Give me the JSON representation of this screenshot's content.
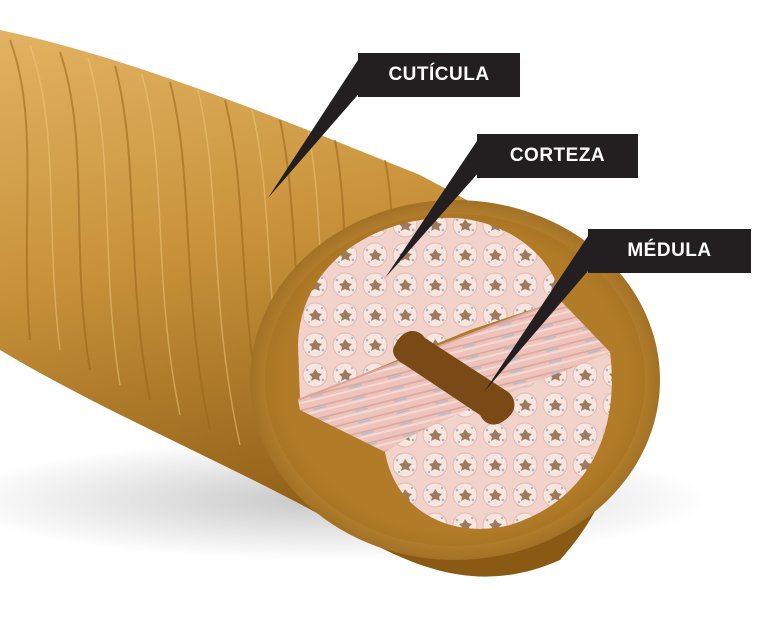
{
  "labels": {
    "cuticula": "CUTÍCULA",
    "corteza": "CORTEZA",
    "medula": "MÉDULA"
  },
  "colors": {
    "cuticle_dark": "#8a5a14",
    "cuticle_mid": "#c8923a",
    "cuticle_light": "#e2b363",
    "cortex_bg": "#f2d3cc",
    "cell_fill": "#f7e6e0",
    "cell_nucleus": "#9c7b60",
    "medulla": "#7a4a16",
    "label_bg": "#231f20",
    "label_text": "#ffffff"
  }
}
